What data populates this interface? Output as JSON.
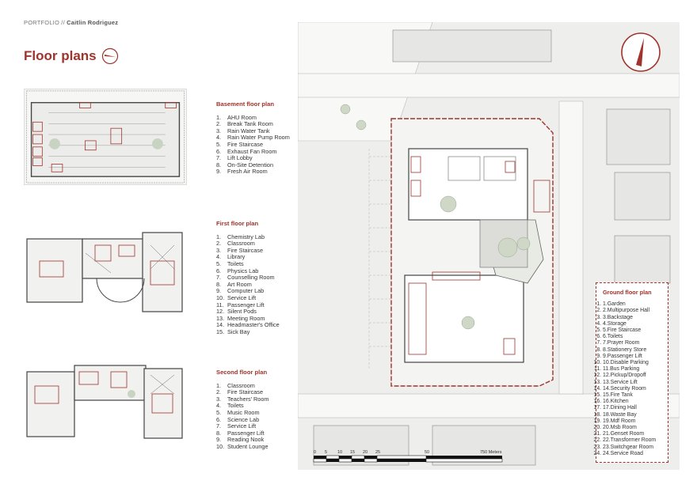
{
  "header": {
    "portfolio": "PORTFOLIO //",
    "author": "Caitlin Rodriguez"
  },
  "page_title": "Floor plans",
  "basement": {
    "title": "Basement floor plan",
    "items": [
      "AHU Room",
      "Break Tank Room",
      "Rain Water Tank",
      "Rain Water Pump Room",
      "Fire Staircase",
      "Exhaust Fan Room",
      "Lift Lobby",
      "On-Site Detention",
      "Fresh Air Room"
    ]
  },
  "first_floor": {
    "title": "First floor plan",
    "items": [
      "Chemistry Lab",
      "Classroom",
      "Fire Staircase",
      "Library",
      "Toilets",
      "Physics Lab",
      "Counselling Room",
      "Art Room",
      "Computer Lab",
      "Service Lift",
      "Passenger Lift",
      "Silent Pods",
      "Meeting Room",
      "Headmaster's Office",
      "Sick Bay"
    ]
  },
  "second_floor": {
    "title": "Second floor plan",
    "items": [
      "Classroom",
      "Fire Staircase",
      "Teachers' Room",
      "Toilets",
      "Music Room",
      "Science Lab",
      "Service Lift",
      "Passenger Lift",
      "Reading Nook",
      "Student Lounge"
    ]
  },
  "ground_floor": {
    "title": "Ground floor plan",
    "items": [
      "Garden",
      "Multipurpose Hall",
      "Backstage",
      "Storage",
      "Fire Staircase",
      "Toilets",
      "Prayer Room",
      "Stationery Store",
      "Passenger Lift",
      "Disable Parking",
      "Bus Parking",
      "Pickup/Dropoff",
      "Service Lift",
      "Security Room",
      "Fire Tank",
      "Kitchen",
      "Dining Hall",
      "Waste Bay",
      "Mdf Room",
      "Msb Room",
      "Genset Room",
      "Transformer Room",
      "Switchgear Room",
      "Service Road"
    ]
  },
  "scale_bar": {
    "ticks": [
      "0",
      "5",
      "10",
      "15",
      "20",
      "25",
      "50",
      "750 Meters"
    ]
  },
  "colors": {
    "accent": "#a0332b",
    "plan_line": "#555555",
    "site_bg": "#eeeeec"
  }
}
